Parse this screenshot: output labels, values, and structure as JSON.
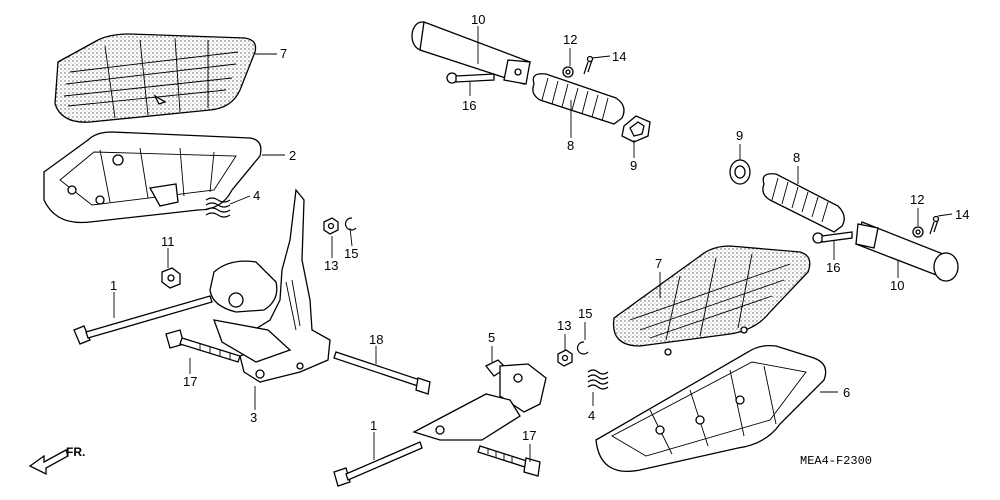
{
  "diagram": {
    "code": "MEA4-F2300",
    "front_arrow_label": "FR."
  },
  "labels": {
    "L7a": "7",
    "L2": "2",
    "L4a": "4",
    "L11": "11",
    "L1a": "1",
    "L17a": "17",
    "L3": "3",
    "L13a": "13",
    "L15a": "15",
    "L18": "18",
    "L10a": "10",
    "L12a": "12",
    "L14a": "14",
    "L16a": "16",
    "L8a": "8",
    "L9a": "9",
    "L9b": "9",
    "L8b": "8",
    "L12b": "12",
    "L14b": "14",
    "L16b": "16",
    "L10b": "10",
    "L7b": "7",
    "L6": "6",
    "L5": "5",
    "L13b": "13",
    "L15b": "15",
    "L4b": "4",
    "L1b": "1",
    "L17b": "17"
  }
}
